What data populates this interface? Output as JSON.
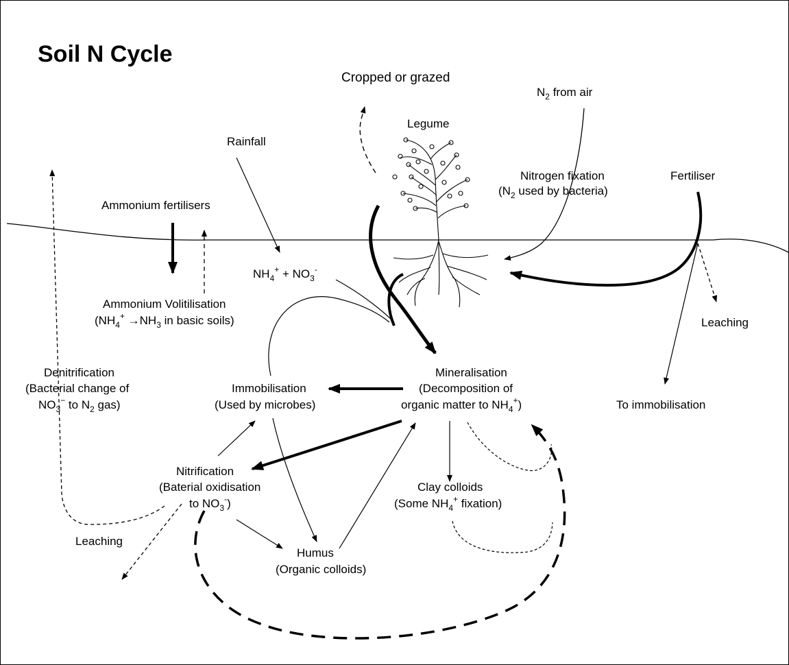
{
  "title": "Soil N Cycle",
  "labels": {
    "cropped": "Cropped or grazed",
    "legume": "Legume",
    "rainfall": "Rainfall",
    "n2_air": {
      "pre": "N",
      "sub": "2",
      "post": " from air"
    },
    "fixation_1": "Nitrogen fixation",
    "fixation_2": {
      "pre": "(N",
      "sub": "2",
      "post": " used by bacteria)"
    },
    "fertiliser": "Fertiliser",
    "ammonium_fert": "Ammonium fertilisers",
    "nh4_no3": {
      "a": "NH",
      "a_sub": "4",
      "a_sup": "+",
      "mid": " + NO",
      "b_sub": "3",
      "b_sup": "-"
    },
    "volatil_1": "Ammonium Volitilisation",
    "volatil_2": {
      "a": "(NH",
      "a_sub": "4",
      "a_sup": "+",
      "mid": " →NH",
      "b_sub": "3",
      "post": " in basic soils)"
    },
    "leaching_right": "Leaching",
    "denit_1": "Denitrification",
    "denit_2": "(Bacterial change of",
    "denit_3": {
      "a": "NO",
      "a_sub": "3",
      "a_sup": "−",
      "mid": " to N",
      "b_sub": "2",
      "post": " gas)"
    },
    "immob_1": "Immobilisation",
    "immob_2": "(Used by microbes)",
    "mineral_1": "Mineralisation",
    "mineral_2": "(Decomposition of",
    "mineral_3": {
      "a": "organic matter to NH",
      "a_sub": "4",
      "a_sup": "+",
      "post": ")"
    },
    "to_immob": "To immobilisation",
    "nitrif_1": "Nitrification",
    "nitrif_2": "(Baterial oxidisation",
    "nitrif_3": {
      "a": "to NO",
      "a_sub": "3",
      "a_sup": "-",
      "post": ")"
    },
    "clay_1": "Clay colloids",
    "clay_2": {
      "a": "(Some NH",
      "a_sub": "4",
      "a_sup": "+",
      "post": " fixation)"
    },
    "humus_1": "Humus",
    "humus_2": "(Organic colloids)",
    "leaching_left": "Leaching"
  }
}
